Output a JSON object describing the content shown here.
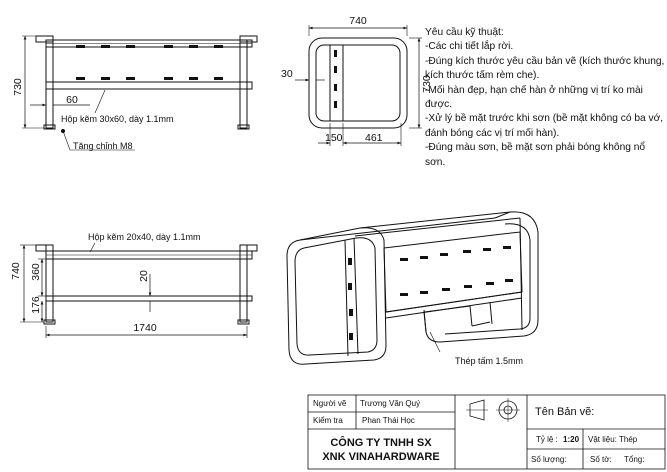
{
  "top_view": {
    "dim_height": "730",
    "dim_60": "60",
    "label_tube": "Hộp kẽm 30x60, dày 1.1mm",
    "label_leveler": "Tăng chỉnh M8"
  },
  "side_view": {
    "dim_width": "740",
    "dim_height": "730",
    "dim_30": "30",
    "dim_150": "150",
    "dim_461": "461"
  },
  "front_view": {
    "dim_height": "740",
    "dim_360": "360",
    "dim_176": "176",
    "dim_20": "20",
    "dim_length": "1740",
    "label_tube": "Hộp kẽm 20x40, dày 1.1mm"
  },
  "iso_view": {
    "label_sheet": "Thép tấm 1.5mm"
  },
  "requirements": {
    "title": "Yêu cầu kỹ thuật:",
    "items": [
      "-Các chi tiết lắp rời.",
      "-Đúng kích thước yêu cầu bản vẽ (kích thước khung, kích thước tấm rèm che).",
      "-Mối hàn đẹp, hạn chế hàn ở những vị trí ko mài được.",
      "-Xử lý bề mặt trước khi sơn (bề mặt không có ba vớ, đánh bóng các vị trí mối hàn).",
      "-Đúng màu sơn, bề mặt sơn phải bóng không nổ sơn."
    ]
  },
  "title_block": {
    "drawn_by_label": "Người vẽ",
    "drawn_by": "Trương Văn Quý",
    "checked_by_label": "Kiểm tra",
    "checked_by": "Phan Thái Học",
    "company_line1": "CÔNG TY TNHH SX",
    "company_line2": "XNK VINAHARDWARE",
    "drawing_name_label": "Tên Bản vẽ:",
    "scale_label": "Tỷ lệ :",
    "scale_value": "1:20",
    "material_label": "Vật liệu: Thép",
    "quantity_label": "Số lượng:",
    "sheet_label": "Số tờ:",
    "total_label": "Tổng:"
  }
}
